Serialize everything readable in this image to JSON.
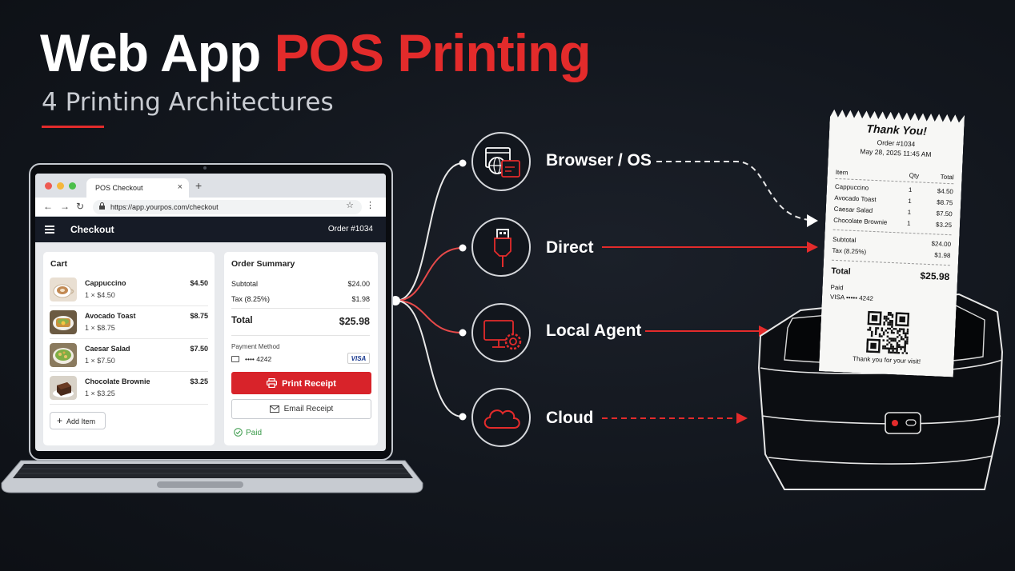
{
  "title": {
    "main": "Web App",
    "accent": "POS Printing"
  },
  "subtitle": "4 Printing Architectures",
  "colors": {
    "accent": "#e32b2b",
    "background": "#12161d",
    "line": "#e8e8e8"
  },
  "browser": {
    "tab_title": "POS Checkout",
    "tab_close": "×",
    "new_tab": "+",
    "url": "https://app.yourpos.com/checkout",
    "back": "←",
    "forward": "→",
    "reload": "↻",
    "star": "☆",
    "more": "⋮"
  },
  "app": {
    "title": "Checkout",
    "order": "Order #1034",
    "cart": {
      "heading": "Cart",
      "items": [
        {
          "name": "Cappuccino",
          "qty": "1 × $4.50",
          "price": "$4.50",
          "icon": "cappuccino-thumb"
        },
        {
          "name": "Avocado Toast",
          "qty": "1 × $8.75",
          "price": "$8.75",
          "icon": "avocado-toast-thumb"
        },
        {
          "name": "Caesar Salad",
          "qty": "1 × $7.50",
          "price": "$7.50",
          "icon": "caesar-salad-thumb"
        },
        {
          "name": "Chocolate Brownie",
          "qty": "1 × $3.25",
          "price": "$3.25",
          "icon": "brownie-thumb"
        }
      ],
      "add_item": "Add Item"
    },
    "summary": {
      "heading": "Order Summary",
      "subtotal_label": "Subtotal",
      "subtotal": "$24.00",
      "tax_label": "Tax (8.25%)",
      "tax": "$1.98",
      "total_label": "Total",
      "total": "$25.98",
      "payment_label": "Payment Method",
      "card": "•••• 4242",
      "card_brand": "VISA",
      "print_button": "Print Receipt",
      "email_button": "Email Receipt",
      "status": "Paid"
    }
  },
  "architectures": [
    {
      "label": "Browser / OS",
      "icon": "browser-globe-icon",
      "line": "dashed-white"
    },
    {
      "label": "Direct",
      "icon": "usb-plug-icon",
      "line": "solid-red"
    },
    {
      "label": "Local Agent",
      "icon": "monitor-gear-icon",
      "line": "solid-red"
    },
    {
      "label": "Cloud",
      "icon": "cloud-icon",
      "line": "dashed-red"
    }
  ],
  "receipt": {
    "title": "Thank You!",
    "order": "Order #1034",
    "date": "May 28, 2025  11:45 AM",
    "columns": [
      "Item",
      "Qty",
      "Total"
    ],
    "items": [
      {
        "name": "Cappuccino",
        "qty": "1",
        "total": "$4.50"
      },
      {
        "name": "Avocado Toast",
        "qty": "1",
        "total": "$8.75"
      },
      {
        "name": "Caesar Salad",
        "qty": "1",
        "total": "$7.50"
      },
      {
        "name": "Chocolate Brownie",
        "qty": "1",
        "total": "$3.25"
      }
    ],
    "subtotal_label": "Subtotal",
    "subtotal": "$24.00",
    "tax_label": "Tax (8.25%)",
    "tax": "$1.98",
    "total_label": "Total",
    "total": "$25.98",
    "paid": "Paid",
    "card": "VISA  ••••• 4242",
    "footer": "Thank you for your visit!"
  }
}
